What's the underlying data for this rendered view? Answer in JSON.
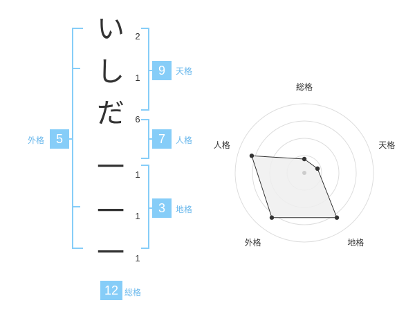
{
  "name": {
    "characters": [
      "い",
      "し",
      "だ",
      "一",
      "一",
      "一"
    ],
    "strokes": [
      "2",
      "1",
      "6",
      "1",
      "1",
      "1"
    ]
  },
  "fortune": {
    "tenkaku": {
      "value": "9",
      "label": "天格"
    },
    "jinkaku": {
      "value": "7",
      "label": "人格"
    },
    "chikaku": {
      "value": "3",
      "label": "地格"
    },
    "gaikaku": {
      "value": "5",
      "label": "外格"
    },
    "soukaku": {
      "value": "12",
      "label": "総格"
    }
  },
  "chart_data": {
    "type": "radar",
    "axes": [
      "総格",
      "天格",
      "地格",
      "外格",
      "人格"
    ],
    "values": [
      1,
      1,
      4,
      4,
      4
    ],
    "rmax": 5,
    "rings": 4,
    "grid": true,
    "colors": {
      "fill": "#eeeeee",
      "line": "#333333",
      "grid": "#dddddd",
      "point": "#333333",
      "center": "#cccccc"
    }
  }
}
